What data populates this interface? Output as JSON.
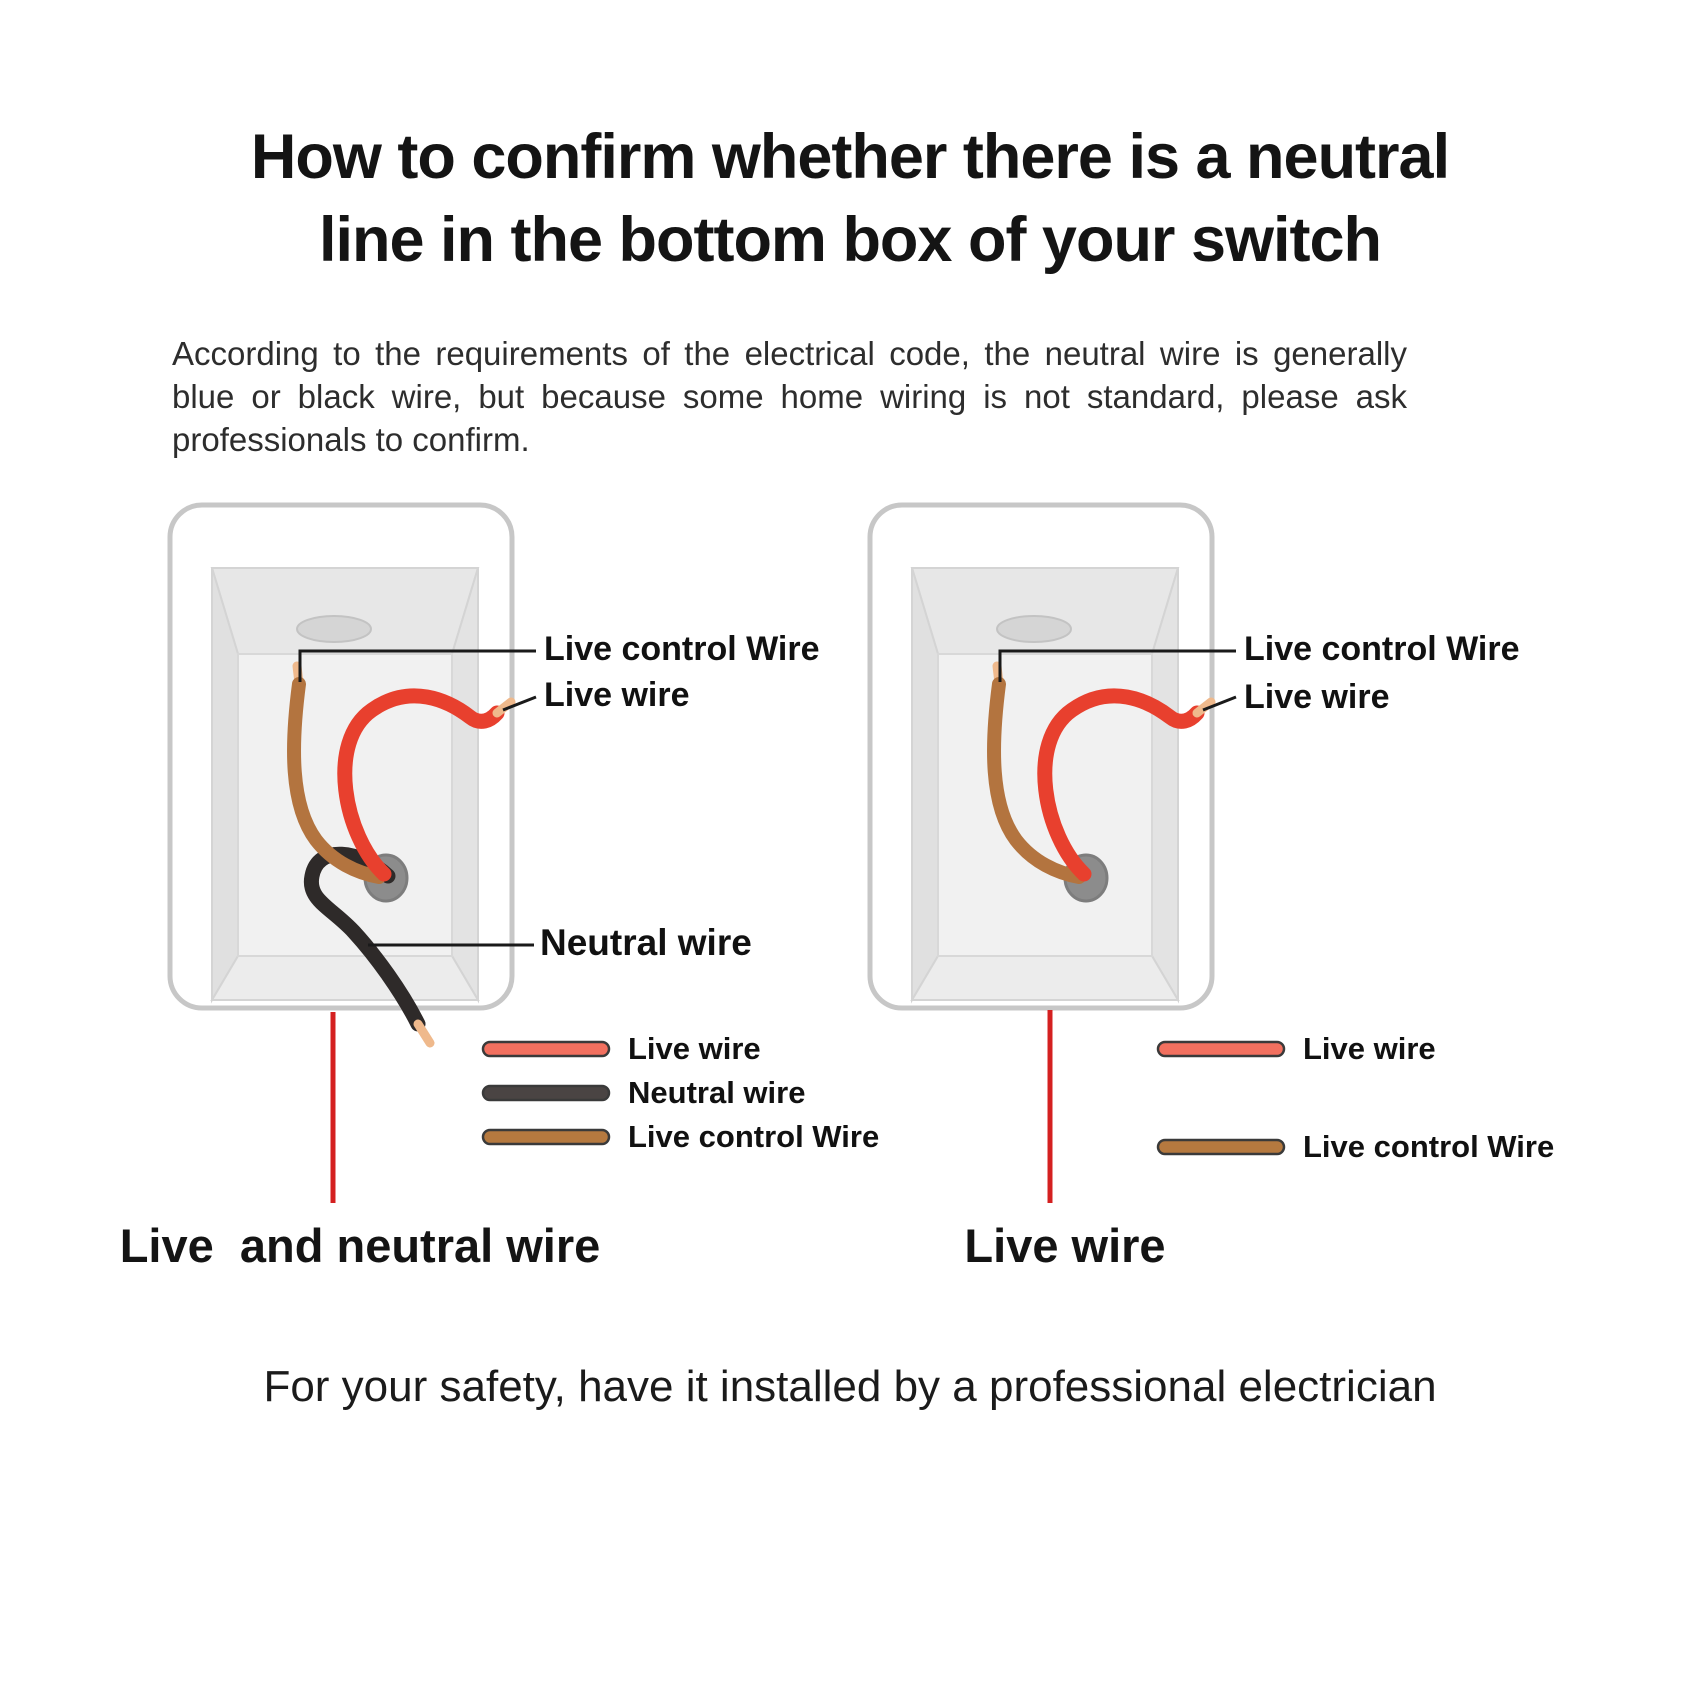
{
  "title": {
    "line1": "How to confirm whether there is a neutral",
    "line2": "line in the bottom box of your switch"
  },
  "intro": "According to the requirements of the electrical code, the neutral wire is generally blue or black wire, but because some home wiring is not standard, please ask professionals to confirm.",
  "labels": {
    "live_control": "Live control Wire",
    "live": "Live wire",
    "neutral": "Neutral wire"
  },
  "captions": {
    "left": "Live  and neutral wire",
    "right": "Live wire"
  },
  "footer": {
    "text": "For your safety, have it installed by a professional electrician"
  },
  "colors": {
    "live_wire": "#e8402e",
    "neutral_wire": "#2e2a29",
    "control_wire": "#b3743f",
    "copper": "#efb98c",
    "down_line": "#d42020",
    "legend_live": "#f2705f",
    "legend_neutral": "#4a4443",
    "legend_control": "#b5793f"
  }
}
